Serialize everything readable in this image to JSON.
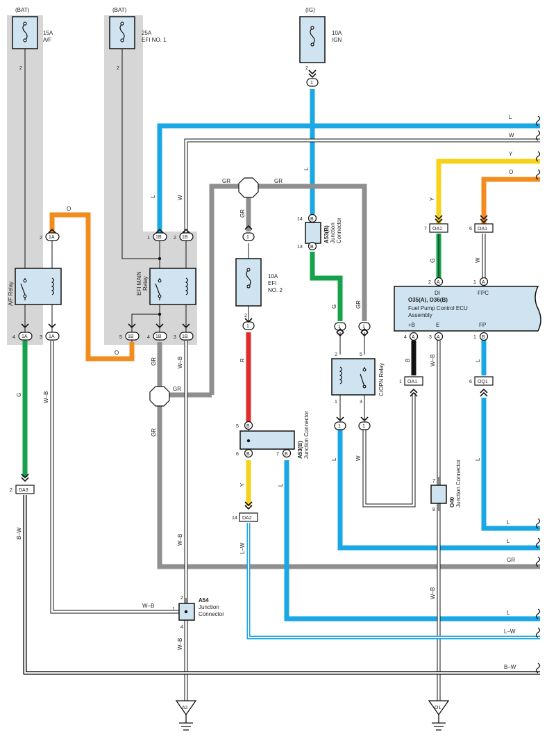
{
  "sources": {
    "bat1": "(BAT)",
    "bat2": "(BAT)",
    "ig": "(IG)"
  },
  "fuses": {
    "af": {
      "rating": "15A",
      "name": "A/F"
    },
    "efi1": {
      "rating": "25A",
      "name": "EFI NO. 1"
    },
    "ign": {
      "rating": "10A",
      "name": "IGN"
    },
    "efi2": {
      "rating": "10A",
      "name": "EFI",
      "name2": "NO. 2"
    }
  },
  "relays": {
    "af": "A/F Relay",
    "efimain1": "EFI MAIN",
    "efimain2": "Relay",
    "copn": "C/OPN Relay"
  },
  "connectors": {
    "a53b": {
      "code": "A53(B)",
      "name1": "Junction",
      "name2": "Connector",
      "name_full": "Junction Connector"
    },
    "a54": {
      "code": "A54",
      "name1": "Junction",
      "name2": "Connector"
    },
    "o40": {
      "code": "O40",
      "name": "Junction Connector"
    }
  },
  "ecu": {
    "code": "O35(A), O36(B)",
    "name1": "Fuel Pump Control ECU",
    "name2": "Assembly",
    "pins": {
      "di": "DI",
      "fpc": "FPC",
      "b": "+B",
      "e": "E",
      "fp": "FP"
    }
  },
  "pin_labels": {
    "p1A": "1A",
    "p1B": "1B",
    "pA": "A",
    "pB": "B",
    "oa1": "OA1",
    "oq1": "OQ1",
    "da2": "DA2",
    "da3": "DA3",
    "n1": "1",
    "n2": "2",
    "n3": "3",
    "n4": "4",
    "n5": "5",
    "n6": "6",
    "n7": "7",
    "n8": "8",
    "n13": "13",
    "n14": "14"
  },
  "wire_colors": {
    "l": "L",
    "w": "W",
    "y": "Y",
    "o": "O",
    "gr": "GR",
    "g": "G",
    "r": "R",
    "b": "B",
    "wb": "W–B",
    "lw": "L–W",
    "bw": "B–W"
  },
  "grounds": {
    "a2": "A2",
    "o1": "O1"
  },
  "colors": {
    "blue": "#1aa7e6",
    "orange": "#f28c1f",
    "yellow": "#f7d21a",
    "green": "#15a24a",
    "gray": "#8f8f8f",
    "red": "#e22b2b",
    "black": "#111111",
    "component_fill": "#cfe3f1",
    "shade": "#d6d6d6"
  },
  "icons": [
    "fuse-icon",
    "relay-coil-icon",
    "relay-switch-icon",
    "splice-icon",
    "ground-icon",
    "wire-break-icon"
  ]
}
